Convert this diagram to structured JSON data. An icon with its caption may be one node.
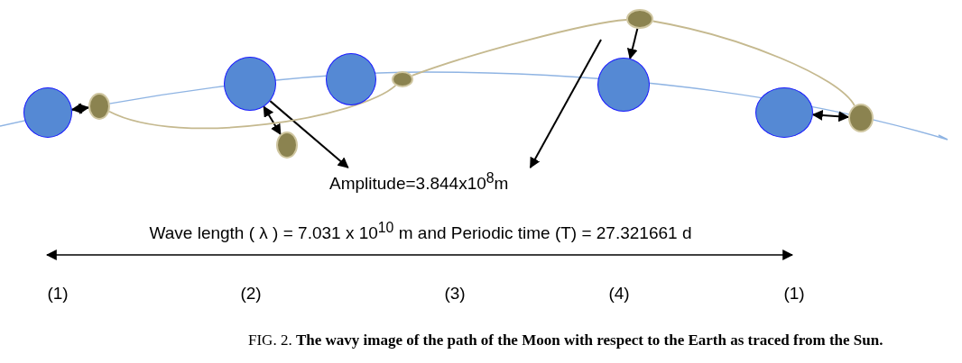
{
  "diagram": {
    "caption": "FIG. 2. **The wavy image of the path of the Moon with respect to the Earth as traced from the Sun.**",
    "nodes": [
      {
        "text": [],
        "shape": "circle"
      },
      {
        "text": [],
        "shape": "circle"
      },
      {
        "text": [],
        "shape": "circle"
      },
      {
        "text": [],
        "shape": "circle"
      },
      {
        "text": [],
        "shape": "circle"
      },
      {
        "text": [],
        "shape": "circle"
      },
      {
        "text": [],
        "shape": "circle"
      },
      {
        "text": [],
        "shape": "circle"
      },
      {
        "text": [],
        "shape": "circle"
      },
      {
        "text": [],
        "shape": "circle"
      },
      {
        "text": [
          "Amplitude=3.844x10$^{8}$m"
        ]
      }
    ],
    "edges": [
      {
        "from": 0,
        "to": 1,
        "arrow": "both"
      },
      {
        "from": 2,
        "to": 3,
        "arrow": "both"
      },
      {
        "from": 2,
        "to": 10,
        "arrow": "to"
      },
      {
        "from": 6,
        "to": 7,
        "arrow": "to"
      },
      {
        "from": null,
        "to": 10,
        "arrow": "to"
      },
      {
        "from": 8,
        "to": 9,
        "arrow": "both"
      },
      {
        "from": 1,
        "to": 5,
        "arrow": "none",
        "color": "#c5b98f"
      },
      {
        "from": 5,
        "to": 6,
        "arrow": "none",
        "color": "#c5b98f"
      },
      {
        "from": 6,
        "to": 9,
        "arrow": "none",
        "color": "#c5b98f"
      }
    ],
    "labels": [
      "Wave length ( λ ) = 7.031 x 10$^{10}$ m and Periodic time (T) = 27.321661 d",
      "(1)",
      "(2)",
      "(3)",
      "(4)",
      "(1)"
    ]
  }
}
